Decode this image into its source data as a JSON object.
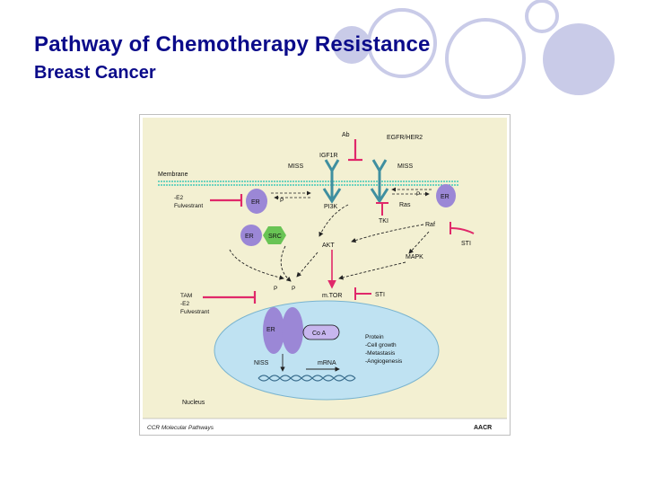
{
  "slide": {
    "title": "Pathway of Chemotherapy Resistance",
    "subtitle": "Breast Cancer"
  },
  "colors": {
    "title": "#0b0b8a",
    "decor_circle_fill": "#c9cbe8",
    "figure_background": "#f3f0d2",
    "membrane": "#42c7b8",
    "inhibitor": "#e0286a",
    "receptor": "#3f8fa0",
    "er_purple": "#9b87d6",
    "src_green": "#69c455",
    "nucleus": "#bfe2f2",
    "coa": "#c7b6ee"
  },
  "diagram": {
    "labels": {
      "membrane": "Membrane",
      "ab": "Ab",
      "egfr": "EGFR/HER2",
      "igf1r": "IGF1R",
      "miss_left": "MISS",
      "miss_right": "MISS",
      "e2_fulv_e2": "-E2",
      "e2_fulv_fulv": "Fulvestrant",
      "er_membrane_left": "ER",
      "p_left": "P",
      "p_right": "P",
      "er_membrane_right": "ER",
      "pi3k": "PI3K",
      "ras": "Ras",
      "tki": "TKI",
      "raf": "Raf",
      "er_src": "ER",
      "src": "SRC",
      "akt": "AKT",
      "mapk": "MAPK",
      "sti_right": "STI",
      "p1": "P",
      "p2": "P",
      "mtor": "m.TOR",
      "sti_mtor": "STI",
      "tam": "TAM",
      "tam_e2": "-E2",
      "tam_fulv": "Fulvestrant",
      "er_nuclear": "ER",
      "coa": "Co A",
      "protein": "Protein",
      "cell_growth": "-Cell growth",
      "metastasis": "-Metastasis",
      "angiogenesis": "-Angiogenesis",
      "niss": "NISS",
      "mrna": "mRNA",
      "nucleus": "Nucleus",
      "footer_left": "CCR Molecular Pathways",
      "footer_logo": "AACR"
    }
  }
}
